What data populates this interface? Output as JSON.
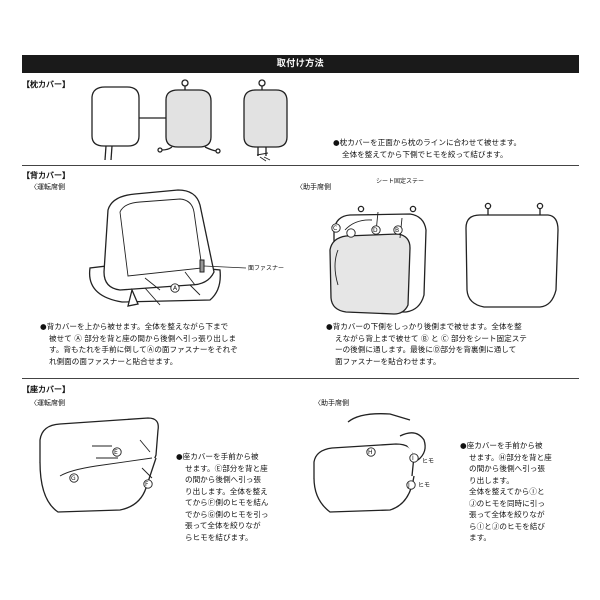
{
  "header": {
    "title": "取付け方法"
  },
  "pillow": {
    "heading": "【枕カバー】",
    "bullet": "●",
    "note_lines": [
      "枕カバーを正面から枕のラインに合わせて被せます。",
      "全体を整えてから下側でヒモを絞って結びます。"
    ]
  },
  "backrest": {
    "heading": "【背カバー】",
    "driver_label": "〈運転席側",
    "passenger_label": "〈助手席側",
    "label_fastener": "面ファスナー",
    "label_fastener2": "面ファスナー",
    "label_stay": "シート固定ステー",
    "markers": {
      "A": "A",
      "B": "B",
      "C": "C",
      "D": "D"
    },
    "bullet": "●",
    "driver_note": [
      "背カバーを上から被せます。全体を整えながら下まで",
      "被せて Ⓐ 部分を背と座の間から後側へ引っ張り出しま",
      "す。背もたれを手前に倒してⒶの面ファスナーをそれぞ",
      "れ側面の面ファスナーと貼合せます。"
    ],
    "passenger_note": [
      "背カバーの下側をしっかり後側まで被せます。全体を整",
      "えながら背上まで被せて Ⓑ と Ⓒ 部分をシート固定ステ",
      "ーの後側に通します。最後にⒹ部分を背裏側に通して",
      "面ファスナーを貼合わせます。"
    ]
  },
  "seat": {
    "heading": "【座カバー】",
    "driver_label": "〈運転席側",
    "passenger_label": "〈助手席側",
    "label_himo": "ヒモ",
    "markers": {
      "E": "E",
      "F": "F",
      "G": "G",
      "H": "H",
      "I": "I",
      "J": "J"
    },
    "bullet": "●",
    "driver_note": [
      "座カバーを手前から被",
      "せます。Ⓔ部分を背と座",
      "の間から後側へ引っ張",
      "り出します。全体を整え",
      "てからⒻ側のヒモを結ん",
      "でからⒼ側のヒモを引っ",
      "張って全体を絞りなが",
      "らヒモを結びます。"
    ],
    "passenger_note": [
      "座カバーを手前から被",
      "せます。Ⓗ部分を背と座",
      "の間から後側へ引っ張",
      "り出します。",
      "全体を整えてからⒾと",
      "Ⓙのヒモを同時に引っ",
      "張って全体を絞りなが",
      "らⒾとⒿのヒモを結び",
      "ます。"
    ]
  }
}
